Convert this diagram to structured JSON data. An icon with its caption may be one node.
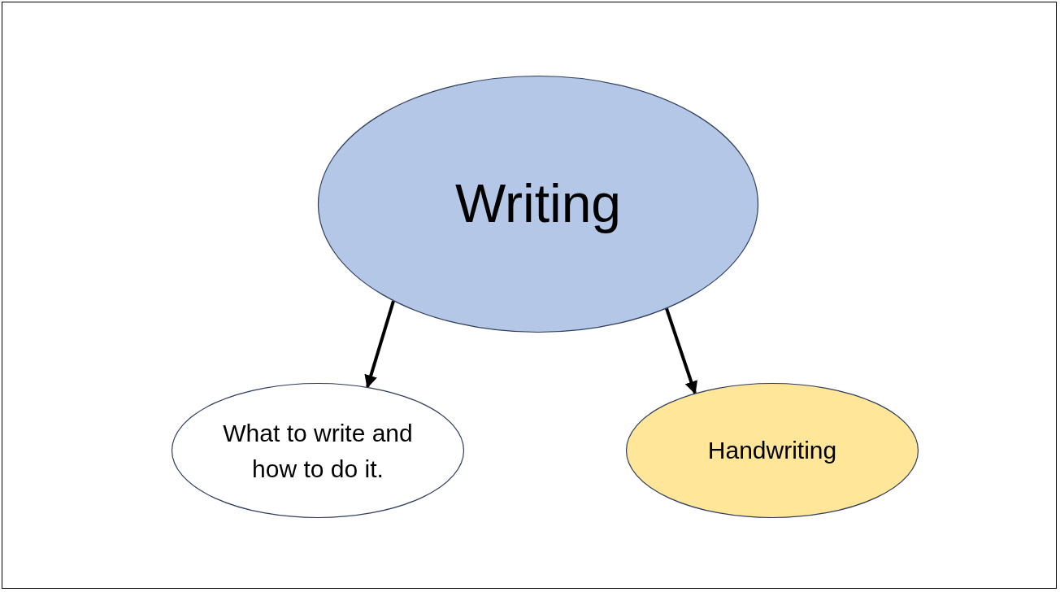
{
  "diagram": {
    "nodes": [
      {
        "text": [
          "Writing"
        ]
      },
      {
        "text": [
          "What to write and how to do it."
        ]
      },
      {
        "text": [
          "Handwriting"
        ]
      }
    ],
    "edges": [
      {
        "from": 0,
        "to": 1,
        "arrow": "to"
      },
      {
        "from": 0,
        "to": 2,
        "arrow": "to"
      }
    ]
  }
}
